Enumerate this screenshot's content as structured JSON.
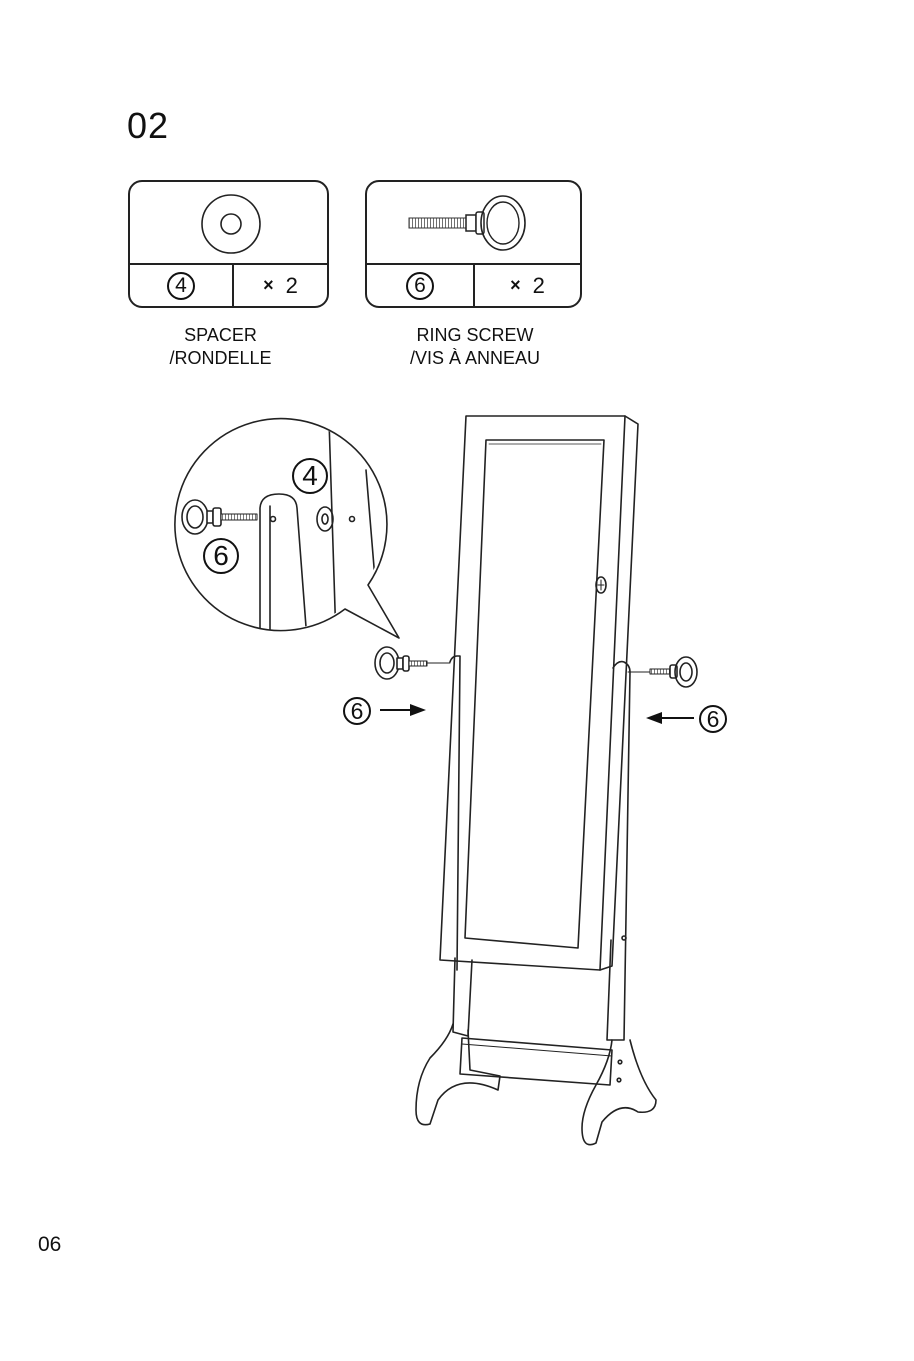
{
  "step": {
    "number": "02"
  },
  "parts": [
    {
      "id": "4",
      "quantity_sign": "×",
      "quantity": "2",
      "label_en": "SPACER",
      "label_fr": "/RONDELLE",
      "icon": "spacer-washer-icon"
    },
    {
      "id": "6",
      "quantity_sign": "×",
      "quantity": "2",
      "label_en": "RING SCREW",
      "label_fr": "/VIS À ANNEAU",
      "icon": "ring-screw-icon"
    }
  ],
  "callouts": {
    "detail_spacer": "4",
    "detail_screw": "6",
    "left_arrow": "6",
    "right_arrow": "6"
  },
  "page": {
    "number": "06"
  }
}
